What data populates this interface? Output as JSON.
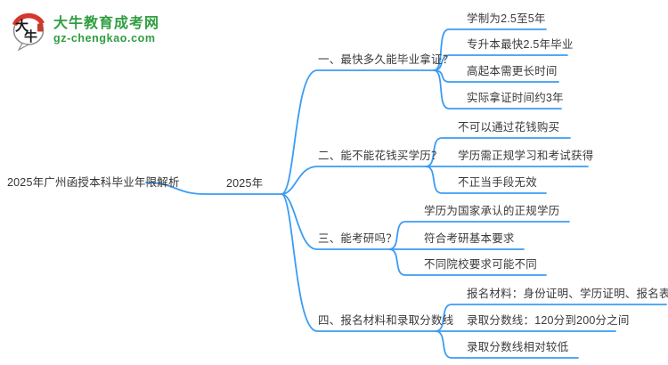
{
  "logo": {
    "brand": "大牛教育成考网",
    "domain": "gz-chengkao.com",
    "icon_char1": "大",
    "icon_char2": "牛",
    "brand_color": "#2f9e41",
    "accent_red": "#d6372c"
  },
  "mindmap": {
    "line_color": "#3b9cf4",
    "root_label": "2025年广州函授本科毕业年限解析",
    "center_label": "2025年",
    "branches": [
      {
        "label": "一、最快多久能毕业拿证？",
        "children": [
          "学制为2.5至5年",
          "专升本最快2.5年毕业",
          "高起本需更长时间",
          "实际拿证时间约3年"
        ]
      },
      {
        "label": "二、能不能花钱买学历？",
        "children": [
          "不可以通过花钱购买",
          "学历需正规学习和考试获得",
          "不正当手段无效"
        ]
      },
      {
        "label": "三、能考研吗？",
        "children": [
          "学历为国家承认的正规学历",
          "符合考研基本要求",
          "不同院校要求可能不同"
        ]
      },
      {
        "label": "四、报名材料和录取分数线",
        "children": [
          "报名材料：身份证明、学历证明、报名表、照片",
          "录取分数线：120分到200分之间",
          "录取分数线相对较低"
        ]
      }
    ]
  }
}
